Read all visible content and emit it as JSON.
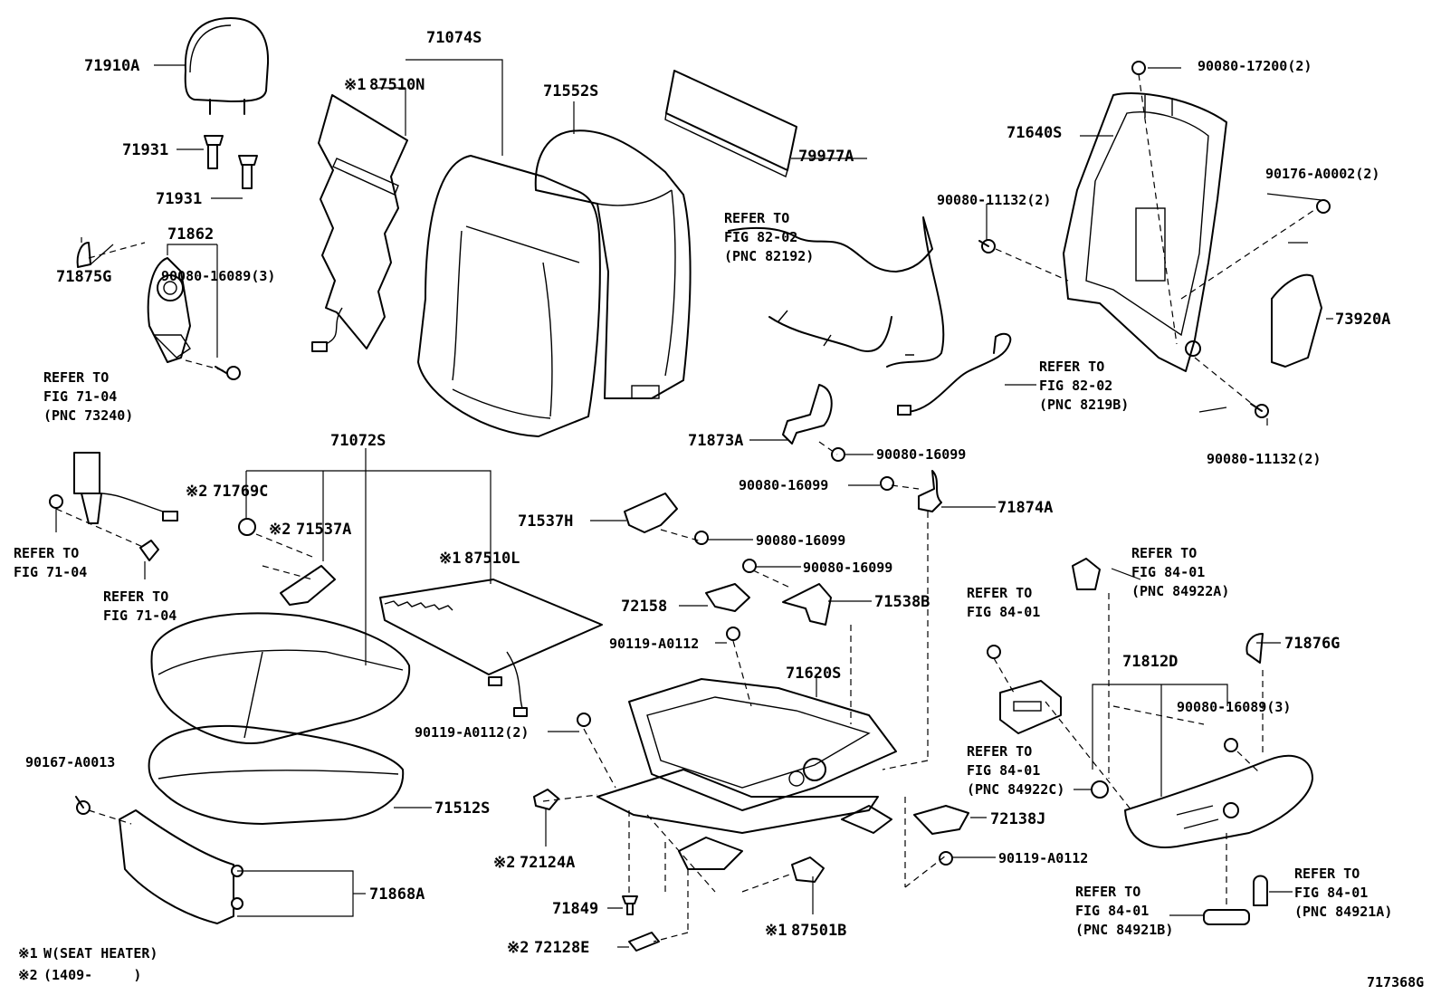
{
  "diagram_id": "717368G",
  "notes": [
    {
      "mark": "※1",
      "text": "W(SEAT HEATER)"
    },
    {
      "mark": "※2",
      "text": "(1409-     )"
    }
  ],
  "parts": {
    "p71910A": "71910A",
    "p71931a": "71931",
    "p71931b": "71931",
    "p71862": "71862",
    "p90080_16089_3a": "90080-16089(3)",
    "p71875G": "71875G",
    "p71074S": "71074S",
    "p87510N": "87510N",
    "p71552S": "71552S",
    "p79977A": "79977A",
    "p90080_17200_2": "90080-17200(2)",
    "p71640S": "71640S",
    "p90176": "90176-A0002(2)",
    "p90080_11132a": "90080-11132(2)",
    "p73920A": "73920A",
    "p90080_11132b": "90080-11132(2)",
    "p71072S": "71072S",
    "p71769C": "71769C",
    "p71537A": "71537A",
    "p87510L": "87510L",
    "p71537H": "71537H",
    "p90080_16099a": "90080-16099",
    "p90080_16099b": "90080-16099",
    "p90080_16099c": "90080-16099",
    "p90080_16099d": "90080-16099",
    "p71873A": "71873A",
    "p71874A": "71874A",
    "p72158": "72158",
    "p71538B": "71538B",
    "p90119_A0112a": "90119-A0112",
    "p90119_A0112_2": "90119-A0112(2)",
    "p90119_A0112b": "90119-A0112",
    "p71620S": "71620S",
    "p90167": "90167-A0013",
    "p71512S": "71512S",
    "p71868A": "71868A",
    "p72124A": "72124A",
    "p71849": "71849",
    "p72128E": "72128E",
    "p87501B": "87501B",
    "p72138J": "72138J",
    "p71812D": "71812D",
    "p71876G": "71876G",
    "p90080_16089_3b": "90080-16089(3)"
  },
  "marks": {
    "m87510N": "※1",
    "m71769C": "※2",
    "m71537A": "※2",
    "m87510L": "※1",
    "m72124A": "※2",
    "m72128E": "※2",
    "m87501B": "※1"
  },
  "refs": {
    "r_fig82_02a": [
      "REFER TO",
      "FIG 82-02",
      "(PNC 82192)"
    ],
    "r_fig82_02b": [
      "REFER TO",
      "FIG 82-02",
      "(PNC 8219B)"
    ],
    "r_fig71_04a": [
      "REFER TO",
      "FIG 71-04",
      "(PNC 73240)"
    ],
    "r_fig71_04b": [
      "REFER TO",
      "FIG 71-04"
    ],
    "r_fig71_04c": [
      "REFER TO",
      "FIG 71-04"
    ],
    "r_fig84_01a": [
      "REFER TO",
      "FIG 84-01",
      "(PNC 84922A)"
    ],
    "r_fig84_01b": [
      "REFER TO",
      "FIG 84-01"
    ],
    "r_fig84_01c": [
      "REFER TO",
      "FIG 84-01",
      "(PNC 84922C)"
    ],
    "r_fig84_01d": [
      "REFER TO",
      "FIG 84-01",
      "(PNC 84921B)"
    ],
    "r_fig84_01e": [
      "REFER TO",
      "FIG 84-01",
      "(PNC 84921A)"
    ]
  }
}
